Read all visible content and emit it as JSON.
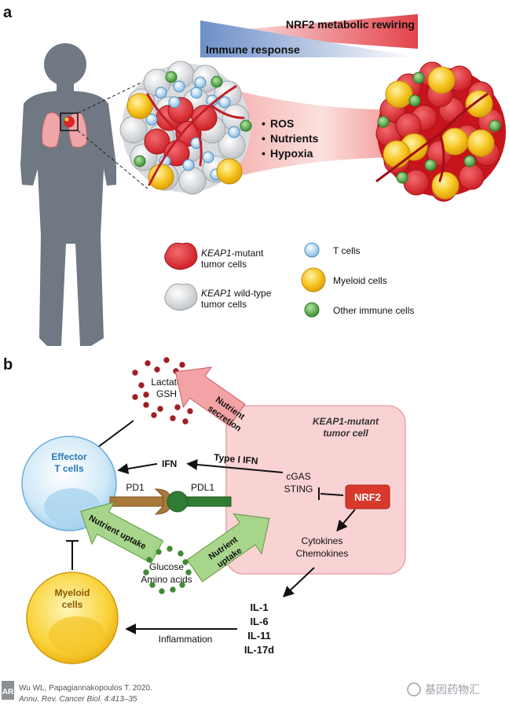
{
  "panel_a": {
    "label": "a",
    "gradient_top": "NRF2 metabolic rewiring",
    "gradient_bottom": "Immune response",
    "factors": [
      "ROS",
      "Nutrients",
      "Hypoxia"
    ],
    "legend": {
      "keap1_mutant": {
        "italic": "KEAP1",
        "rest": "-mutant",
        "line2": "tumor cells"
      },
      "keap1_wildtype": {
        "italic": "KEAP1",
        "rest": " wild-type",
        "line2": "tumor cells"
      },
      "t_cells": "T cells",
      "myeloid": "Myeloid cells",
      "other_immune": "Other immune cells"
    }
  },
  "panel_b": {
    "label": "b",
    "lactate": "Lactate",
    "gsh": "GSH",
    "nutrient_secretion": [
      "Nutrient",
      "secretion"
    ],
    "tumor_title": {
      "italic": "KEAP1",
      "rest": "-mutant",
      "line2": "tumor cell"
    },
    "effector": [
      "Effector",
      "T cells"
    ],
    "ifn": "IFN",
    "type1_ifn": "Type I IFN",
    "cgas": "cGAS",
    "sting": "STING",
    "nrf2": "NRF2",
    "pd1": "PD1",
    "pdl1": "PDL1",
    "nutrient_uptake_left": "Nutrient uptake",
    "nutrient_uptake_right": [
      "Nutrient",
      "uptake"
    ],
    "glucose": "Glucose",
    "amino_acids": "Amino acids",
    "cytokines": "Cytokines",
    "chemokines": "Chemokines",
    "myeloid": [
      "Myeloid",
      "cells"
    ],
    "interleukins": [
      "IL-1",
      "IL-6",
      "IL-11",
      "IL-17d"
    ],
    "inflammation": "Inflammation"
  },
  "citation": {
    "logo": "AR",
    "line1": "Wu WL, Papagiannakopoulos T. 2020.",
    "line2": "Annu. Rev. Cancer Biol. 4:413–35"
  },
  "watermark": "基因药物汇",
  "colors": {
    "tumor_red": "#d8232a",
    "nrf2_box": "#d9382c",
    "t_cell_blue": "#8fc6ea",
    "myeloid_yellow": "#f5c21b",
    "immune_green": "#4aa23c",
    "silhouette": "#6f7883",
    "tumor_cell_bg": "#f9d2d3"
  }
}
